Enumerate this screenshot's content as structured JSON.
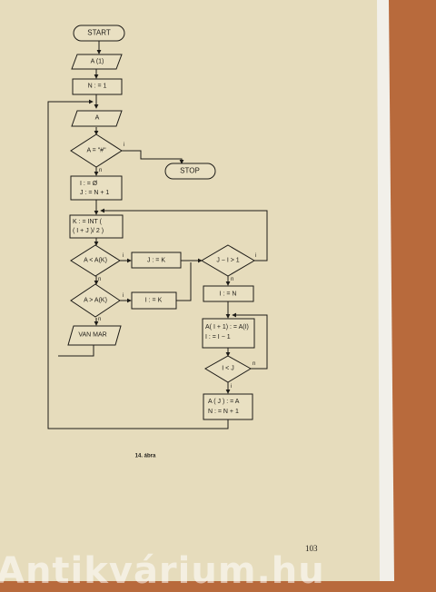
{
  "colors": {
    "paper": "#e6dcbc",
    "ink": "#1e1c18",
    "table": "#b86a3c",
    "page_edge": "#f2f0ea",
    "watermark": "#ffffff"
  },
  "flowchart": {
    "start": "START",
    "read_a1": "A (1)",
    "set_n": "N : = 1",
    "read_a": "A",
    "test_hash": "A = \"#\"",
    "stop": "STOP",
    "init": [
      "I : = Ø",
      "J : = N + 1"
    ],
    "set_k": [
      "K : = INT (",
      "( I + J )/ 2 )"
    ],
    "test_less": "A < A(K)",
    "set_j": "J : = K",
    "test_gap": "J − I > 1",
    "test_greater": "A > A(K)",
    "set_i": "I : = K",
    "output": "VAN MAR",
    "set_i_n": "I : = N",
    "shift": [
      "A( I + 1) : = A(I)",
      "I : = I − 1"
    ],
    "test_ij": "I < J",
    "insert": [
      "A ( J ) : = A",
      "N : = N + 1"
    ],
    "yes": "i",
    "no": "n"
  },
  "caption": "14. ábra",
  "page_number": "103",
  "watermark": "Antikvárium.hu"
}
